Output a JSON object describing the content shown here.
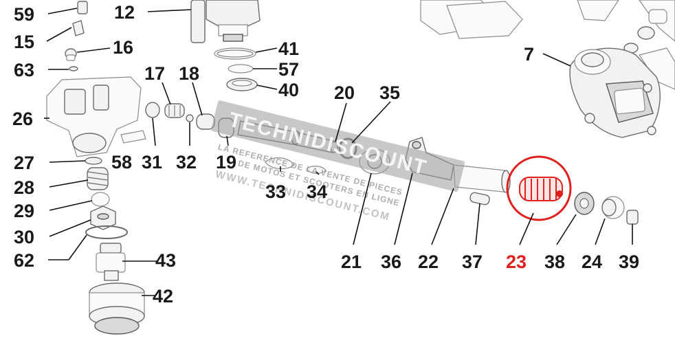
{
  "colors": {
    "ink": "#1a1a1a",
    "highlight": "#e0201c",
    "part_fill": "#f2f2f2",
    "part_stroke": "#6a6a6a",
    "watermark": "#9a9a9a"
  },
  "highlighted_part": "23",
  "labels": {
    "p59": "59",
    "p15": "15",
    "p16": "16",
    "p63": "63",
    "p12": "12",
    "p41": "41",
    "p57": "57",
    "p40": "40",
    "p7": "7",
    "p17": "17",
    "p18": "18",
    "p20": "20",
    "p35": "35",
    "p26": "26",
    "p58": "58",
    "p31": "31",
    "p32": "32",
    "p19": "19",
    "p27": "27",
    "p28": "28",
    "p33": "33",
    "p34": "34",
    "p29": "29",
    "p30": "30",
    "p62": "62",
    "p43": "43",
    "p42": "42",
    "p21": "21",
    "p36": "36",
    "p22": "22",
    "p37": "37",
    "p23": "23",
    "p38": "38",
    "p24": "24",
    "p39": "39"
  },
  "watermark": {
    "logo_text": "TECHNIDISCOUNT",
    "tagline_1": "LA REFERENCE DE LA VENTE DE PIECES",
    "tagline_2": "DE MOTOS ET SCOOTERS EN LIGNE",
    "url": "WWW.TECHNIDISCOUNT.COM"
  }
}
